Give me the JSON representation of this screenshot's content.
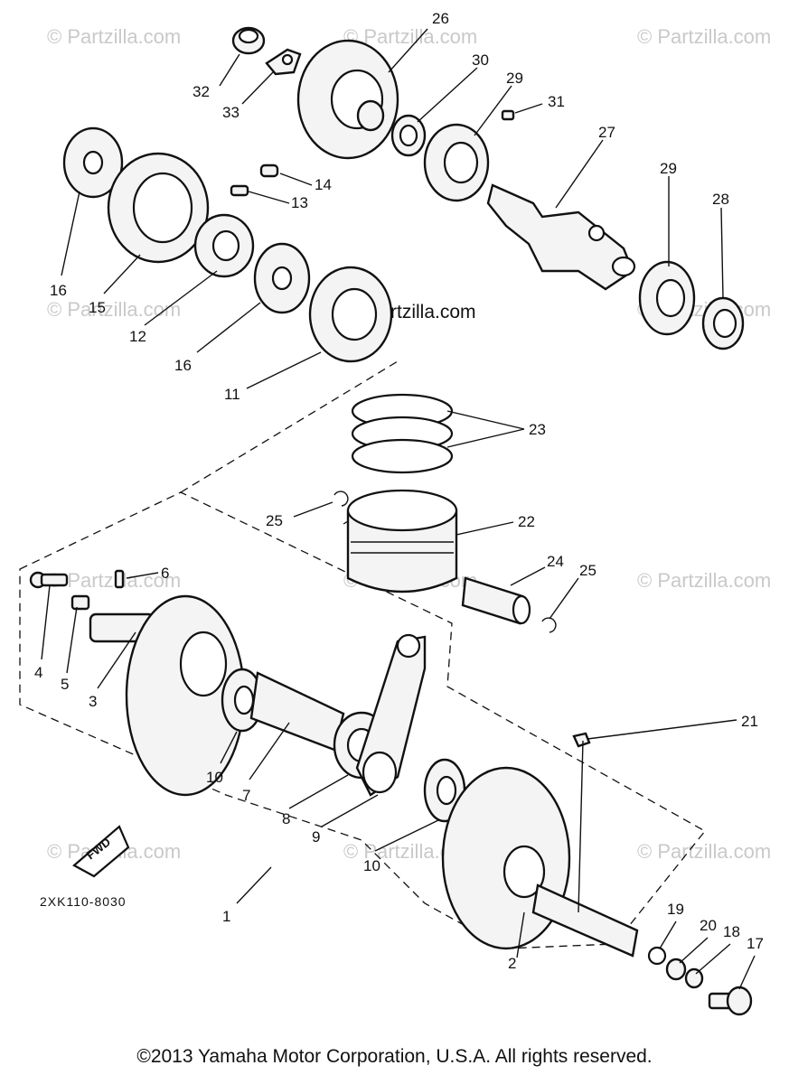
{
  "watermark": "© Partzilla.com",
  "center_watermark": "© Partzilla.com",
  "figure_code": "2XK110-8030",
  "fwd_label": "FWD",
  "copyright": "©2013  Yamaha Motor Corporation, U.S.A. All rights reserved.",
  "callouts": {
    "c1": "1",
    "c2": "2",
    "c3": "3",
    "c4": "4",
    "c5": "5",
    "c6": "6",
    "c7": "7",
    "c8": "8",
    "c9": "9",
    "c10a": "10",
    "c10b": "10",
    "c11": "11",
    "c12": "12",
    "c13": "13",
    "c14": "14",
    "c15": "15",
    "c16a": "16",
    "c16b": "16",
    "c17": "17",
    "c18": "18",
    "c19": "19",
    "c20": "20",
    "c21": "21",
    "c22": "22",
    "c23": "23",
    "c24": "24",
    "c25a": "25",
    "c25b": "25",
    "c26": "26",
    "c27": "27",
    "c28": "28",
    "c29a": "29",
    "c29b": "29",
    "c30": "30",
    "c31": "31",
    "c32": "32",
    "c33": "33"
  }
}
